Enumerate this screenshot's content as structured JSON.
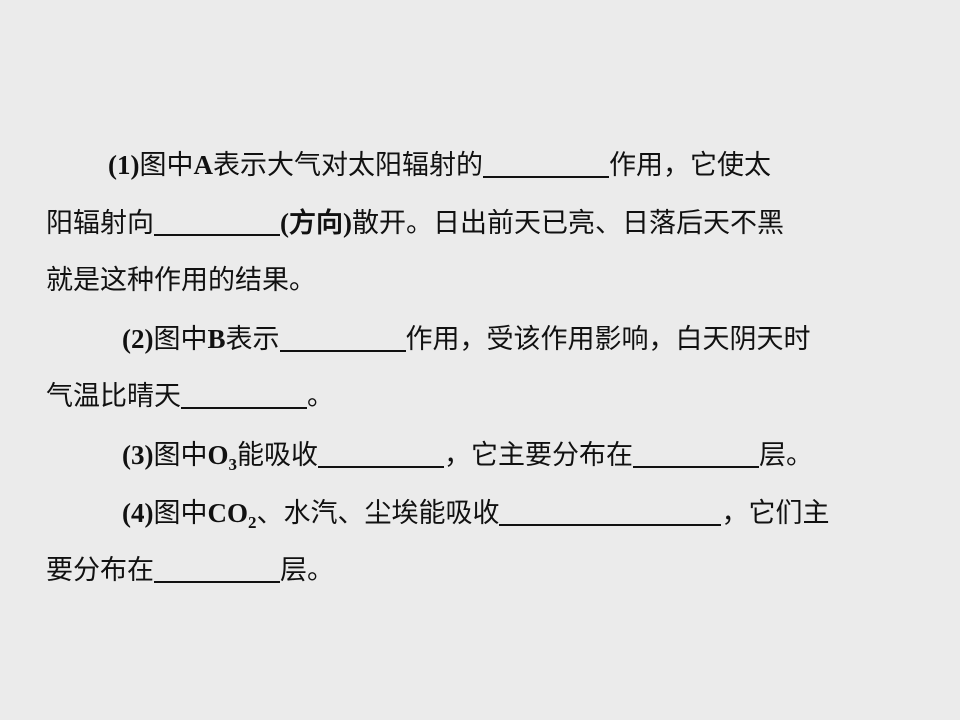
{
  "q1": {
    "num": "(1)",
    "t1": "图中",
    "a": "A",
    "t2": "表示大气对太阳辐射的",
    "t3": "作用，它使太",
    "t4": "阳辐射向",
    "t5": "(方向)",
    "t6": "散开。日出前天已亮、日落后天不黑",
    "t7": "就是这种作用的结果。"
  },
  "q2": {
    "num": "(2)",
    "t1": "图中",
    "b": "B",
    "t2": "表示",
    "t3": "作用，受该作用影响，白天阴天时",
    "t4": "气温比晴天",
    "t5": "。"
  },
  "q3": {
    "num": "(3)",
    "t1": "图中",
    "o": "O",
    "o_sub": "3",
    "t2": "能吸收",
    "t3": "，它主要分布在",
    "t4": "层。"
  },
  "q4": {
    "num": "(4)",
    "t1": "图中",
    "co": "CO",
    "co_sub": "2",
    "t2": "、水汽、尘埃能吸收",
    "t3": "，它们主",
    "t4": "要分布在",
    "t5": "层。"
  }
}
